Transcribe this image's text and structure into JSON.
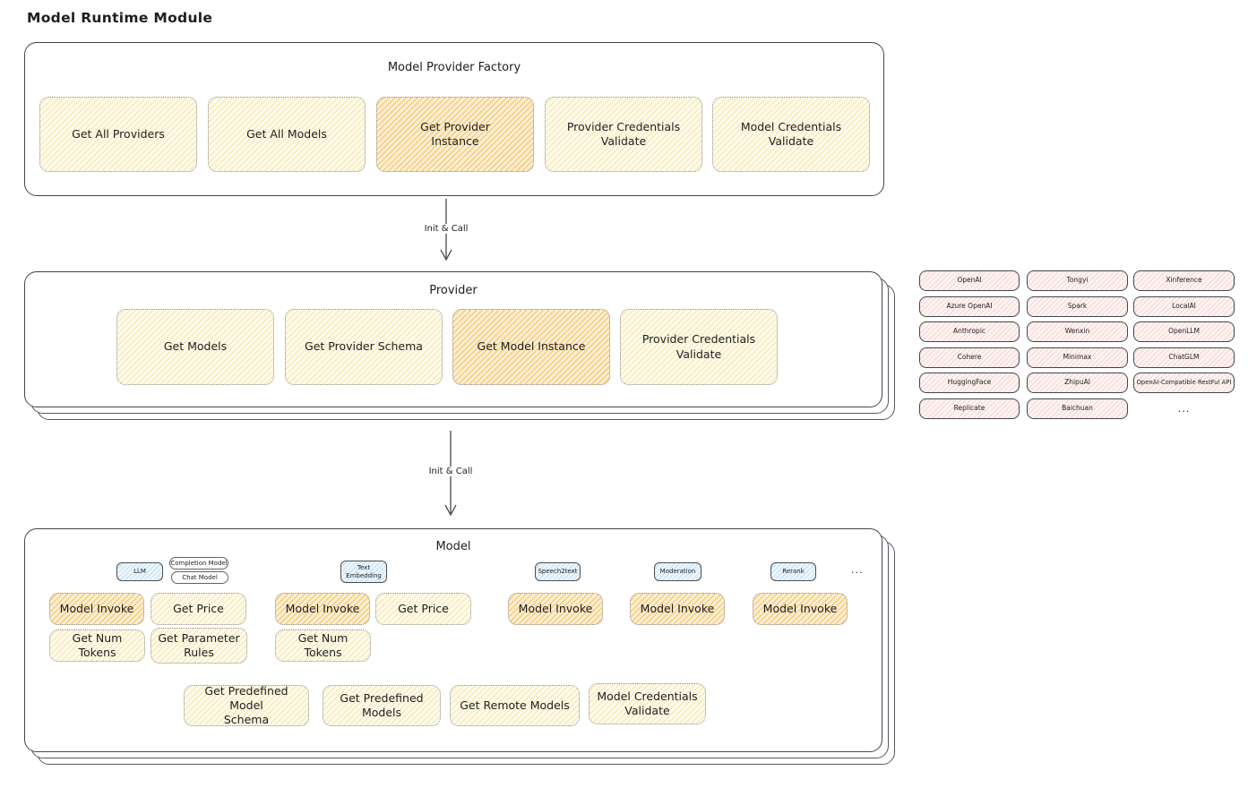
{
  "page_title": "Model Runtime Module",
  "factory": {
    "title": "Model Provider Factory",
    "boxes": [
      {
        "label": "Get All Providers"
      },
      {
        "label": "Get All Models"
      },
      {
        "label": "Get Provider\nInstance"
      },
      {
        "label": "Provider Credentials\nValidate"
      },
      {
        "label": "Model Credentials\nValidate"
      }
    ]
  },
  "arrow1": {
    "label": "Init & Call"
  },
  "arrow2": {
    "label": "Init & Call"
  },
  "provider": {
    "title": "Provider",
    "boxes": [
      {
        "label": "Get Models"
      },
      {
        "label": "Get Provider Schema"
      },
      {
        "label": "Get Model Instance"
      },
      {
        "label": "Provider Credentials\nValidate"
      }
    ]
  },
  "providers_grid": {
    "items": [
      "OpenAI",
      "Tongyi",
      "Xinference",
      "Azure OpenAI",
      "Spark",
      "LocalAI",
      "Anthropic",
      "Wenxin",
      "OpenLLM",
      "Cohere",
      "Minimax",
      "ChatGLM",
      "HuggingFace",
      "ZhipuAI",
      "OpenAI-Compatible RestFul API",
      "Replicate",
      "Baichuan"
    ],
    "more": "..."
  },
  "model": {
    "title": "Model",
    "tags": {
      "llm": "LLM",
      "completion_model": "Completion Model",
      "chat_model": "Chat Model",
      "text_embedding": "Text\nEmbedding",
      "speech2text": "Speech2text",
      "moderation": "Moderation",
      "rerank": "Rerank",
      "more": "..."
    },
    "ops": {
      "model_invoke": "Model Invoke",
      "get_price": "Get Price",
      "get_num_tokens": "Get Num Tokens",
      "get_parameter_rules": "Get Parameter\nRules",
      "get_predefined_model_schema": "Get Predefined Model\nSchema",
      "get_predefined_models": "Get Predefined\nModels",
      "get_remote_models": "Get Remote Models",
      "model_credentials_validate": "Model Credentials\nValidate"
    }
  },
  "colors": {
    "yellow_box": "#fdf6dd",
    "orange_box": "#fbe7c0",
    "pink_box": "#fdf0ee",
    "blue_tag": "#e4f1fc",
    "stroke": "#43464b"
  }
}
